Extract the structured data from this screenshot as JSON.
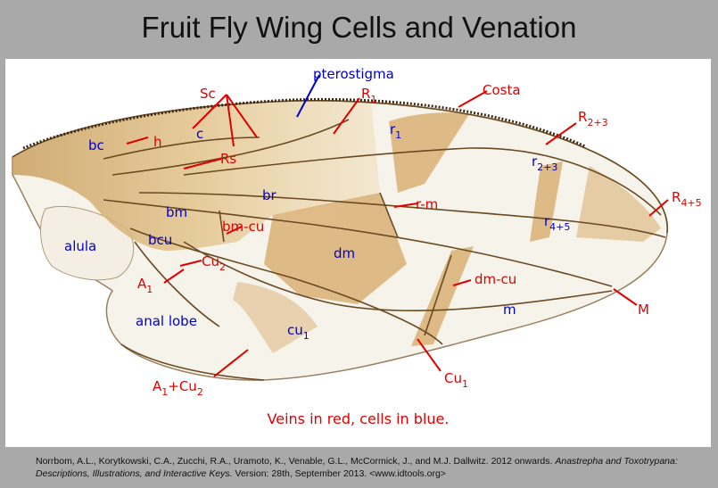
{
  "title": "Fruit Fly Wing Cells and Venation",
  "caption": "Veins in red, cells in blue.",
  "credit": {
    "text": "Norrbom, A.L., Korytkowski, C.A., Zucchi, R.A., Uramoto, K., Venable, G.L., McCormick, J., and M.J. Dallwitz. 2012 onwards.",
    "work": "Anastrepha and Toxotrypana: Descriptions, Illustrations, and Interactive Keys.",
    "version": "Version: 28th, September 2013. <www.idtools.org>"
  },
  "colors": {
    "vein_label": "#e00000",
    "cell_label": "#0000cc",
    "pterostigma_pointer": "#0000cc",
    "wing_membrane": "#f6f3ea",
    "wing_band": "#d9b47a"
  },
  "labels": {
    "sc": "Sc",
    "h": "h",
    "rs": "Rs",
    "r1_main": "R",
    "r1_sub": "1",
    "costa": "Costa",
    "r23_main": "R",
    "r23_sub": "2+3",
    "r45_main": "R",
    "r45_sub": "4+5",
    "rm": "r-m",
    "bmcu": "bm-cu",
    "cu2_main": "Cu",
    "cu2_sub": "2",
    "a1_main": "A",
    "a1_sub": "1",
    "dmcu": "dm-cu",
    "m": "M",
    "cu1_vein_main": "Cu",
    "cu1_vein_sub": "1",
    "a1cu2_a": "A",
    "a1cu2_s1": "1",
    "a1cu2_b": "+Cu",
    "a1cu2_s2": "2",
    "pterostigma": "pterostigma",
    "bc": "bc",
    "c": "c",
    "cell_r1_main": "r",
    "cell_r1_sub": "1",
    "cell_r23_main": "r",
    "cell_r23_sub": "2+3",
    "cell_r45_main": "r",
    "cell_r45_sub": "4+5",
    "br": "br",
    "bm": "bm",
    "bcu": "bcu",
    "alula": "alula",
    "dm": "dm",
    "cell_m": "m",
    "anal_lobe": "anal lobe",
    "cell_cu1_main": "cu",
    "cell_cu1_sub": "1"
  }
}
